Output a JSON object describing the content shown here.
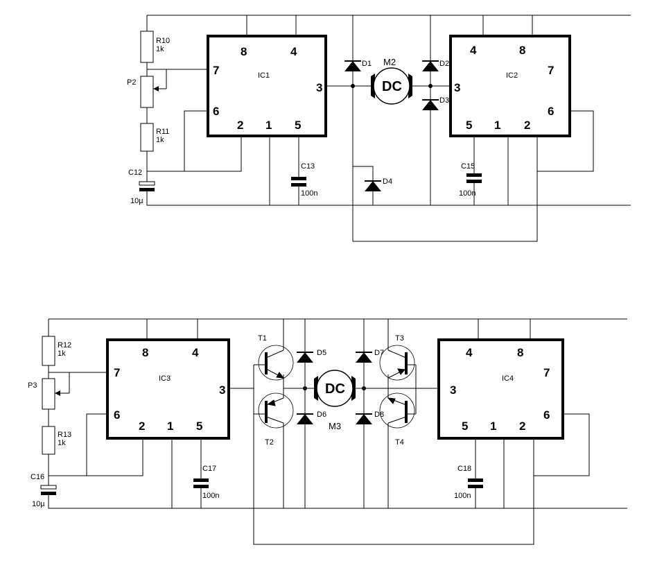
{
  "circuit_top": {
    "ic1": {
      "name": "IC1",
      "pins": {
        "p8": "8",
        "p4": "4",
        "p7": "7",
        "p3": "3",
        "p6": "6",
        "p2": "2",
        "p1": "1",
        "p5": "5"
      }
    },
    "ic2": {
      "name": "IC2",
      "pins": {
        "p4": "4",
        "p8": "8",
        "p7": "7",
        "p3": "3",
        "p6": "6",
        "p5": "5",
        "p1": "1",
        "p2": "2"
      }
    },
    "r10": {
      "name": "R10",
      "value": "1k"
    },
    "p2": {
      "name": "P2"
    },
    "r11": {
      "name": "R11",
      "value": "1k"
    },
    "c12": {
      "name": "C12",
      "value": "10µ"
    },
    "c13": {
      "name": "C13",
      "value": "100n"
    },
    "c15": {
      "name": "C15",
      "value": "100n"
    },
    "d1": {
      "name": "D1"
    },
    "m2": {
      "name": "M2",
      "text": "DC"
    },
    "d2": {
      "name": "D2"
    },
    "d3": {
      "name": "D3"
    },
    "d4": {
      "name": "D4"
    }
  },
  "circuit_bottom": {
    "ic3": {
      "name": "IC3",
      "pins": {
        "p8": "8",
        "p4": "4",
        "p7": "7",
        "p3": "3",
        "p6": "6",
        "p2": "2",
        "p1": "1",
        "p5": "5"
      }
    },
    "ic4": {
      "name": "IC4",
      "pins": {
        "p4": "4",
        "p8": "8",
        "p7": "7",
        "p3": "3",
        "p6": "6",
        "p5": "5",
        "p1": "1",
        "p2": "2"
      }
    },
    "r12": {
      "name": "R12",
      "value": "1k"
    },
    "p3": {
      "name": "P3"
    },
    "r13": {
      "name": "R13",
      "value": "1k"
    },
    "c16": {
      "name": "C16",
      "value": "10µ"
    },
    "c17": {
      "name": "C17",
      "value": "100n"
    },
    "c18": {
      "name": "C18",
      "value": "100n"
    },
    "t1": {
      "name": "T1"
    },
    "t2": {
      "name": "T2"
    },
    "t3": {
      "name": "T3"
    },
    "t4": {
      "name": "T4"
    },
    "d5": {
      "name": "D5"
    },
    "d6": {
      "name": "D6"
    },
    "d7": {
      "name": "D7"
    },
    "d8": {
      "name": "D8"
    },
    "m3": {
      "name": "M3",
      "text": "DC"
    }
  }
}
